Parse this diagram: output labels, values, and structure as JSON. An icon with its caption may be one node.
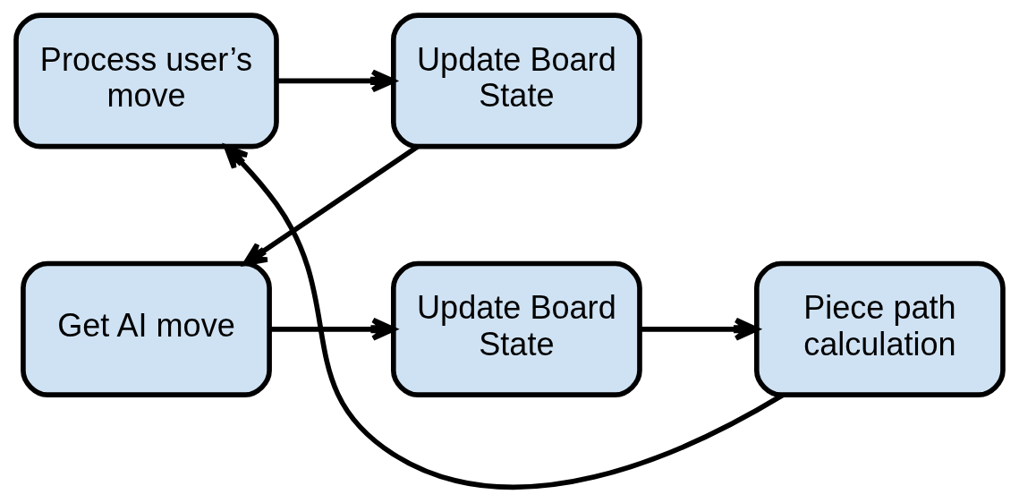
{
  "diagram": {
    "nodes": [
      {
        "text": [
          "Process user’s move"
        ]
      },
      {
        "text": [
          "Update Board State"
        ]
      },
      {
        "text": [
          "Get AI move"
        ]
      },
      {
        "text": [
          "Update Board State"
        ]
      },
      {
        "text": [
          "Piece path calculation"
        ]
      }
    ],
    "edges": [
      {
        "from": 0,
        "to": 1,
        "arrow": "to"
      },
      {
        "from": 1,
        "to": 2,
        "arrow": "to"
      },
      {
        "from": 2,
        "to": 3,
        "arrow": "to"
      },
      {
        "from": 3,
        "to": 4,
        "arrow": "to"
      },
      {
        "from": 4,
        "to": 0,
        "arrow": "to"
      }
    ]
  }
}
